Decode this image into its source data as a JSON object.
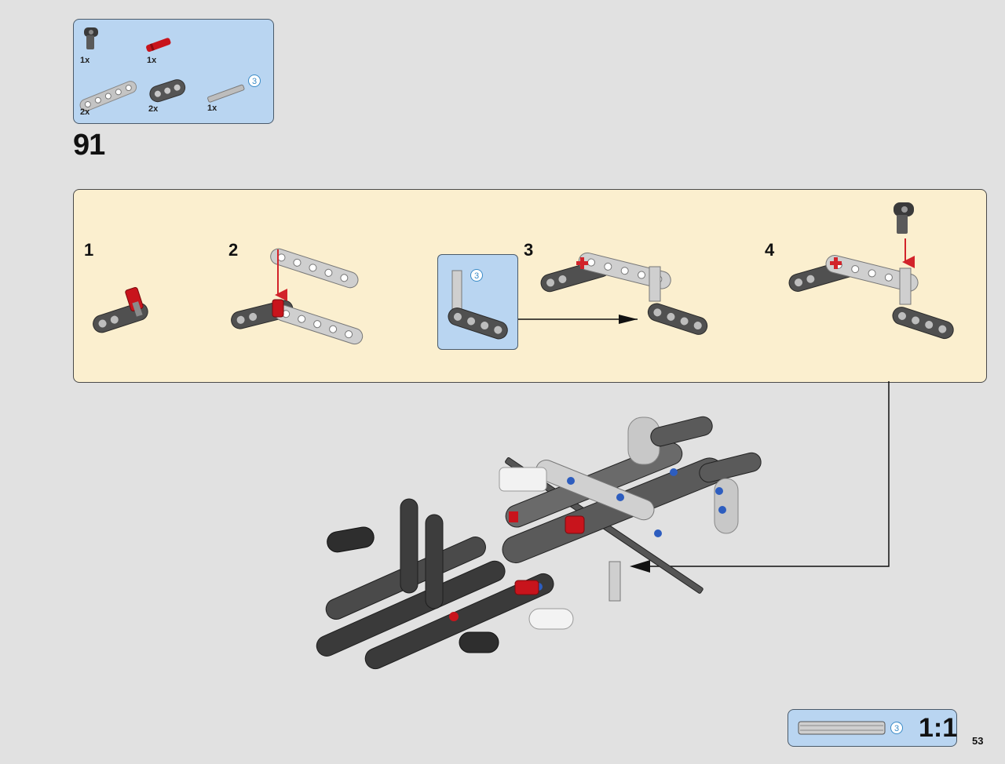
{
  "parts_list": {
    "items": [
      {
        "name": "black-axle-connector",
        "quantity": "1x"
      },
      {
        "name": "red-axle-pin",
        "quantity": "1x"
      },
      {
        "name": "light-gray-beam-5",
        "quantity": "2x"
      },
      {
        "name": "dark-gray-thick-beam-3",
        "quantity": "2x"
      },
      {
        "name": "axle-3",
        "quantity": "1x",
        "length": "3"
      }
    ]
  },
  "step": {
    "number": "91"
  },
  "substeps": [
    {
      "number": "1"
    },
    {
      "number": "2"
    },
    {
      "number": "3",
      "callout_length": "3"
    },
    {
      "number": "4"
    }
  ],
  "scale_reference": {
    "length": "3",
    "label": "1:1"
  },
  "page": {
    "number": "53"
  },
  "colors": {
    "parts_bg": "#b9d5f1",
    "panel_bg": "#fbefcf",
    "page_bg": "#e1e1e1",
    "arrow_red": "#d2232a",
    "badge_blue": "#3a8bc7",
    "dark_gray": "#4b4b4b",
    "light_gray": "#c4c4c4"
  }
}
